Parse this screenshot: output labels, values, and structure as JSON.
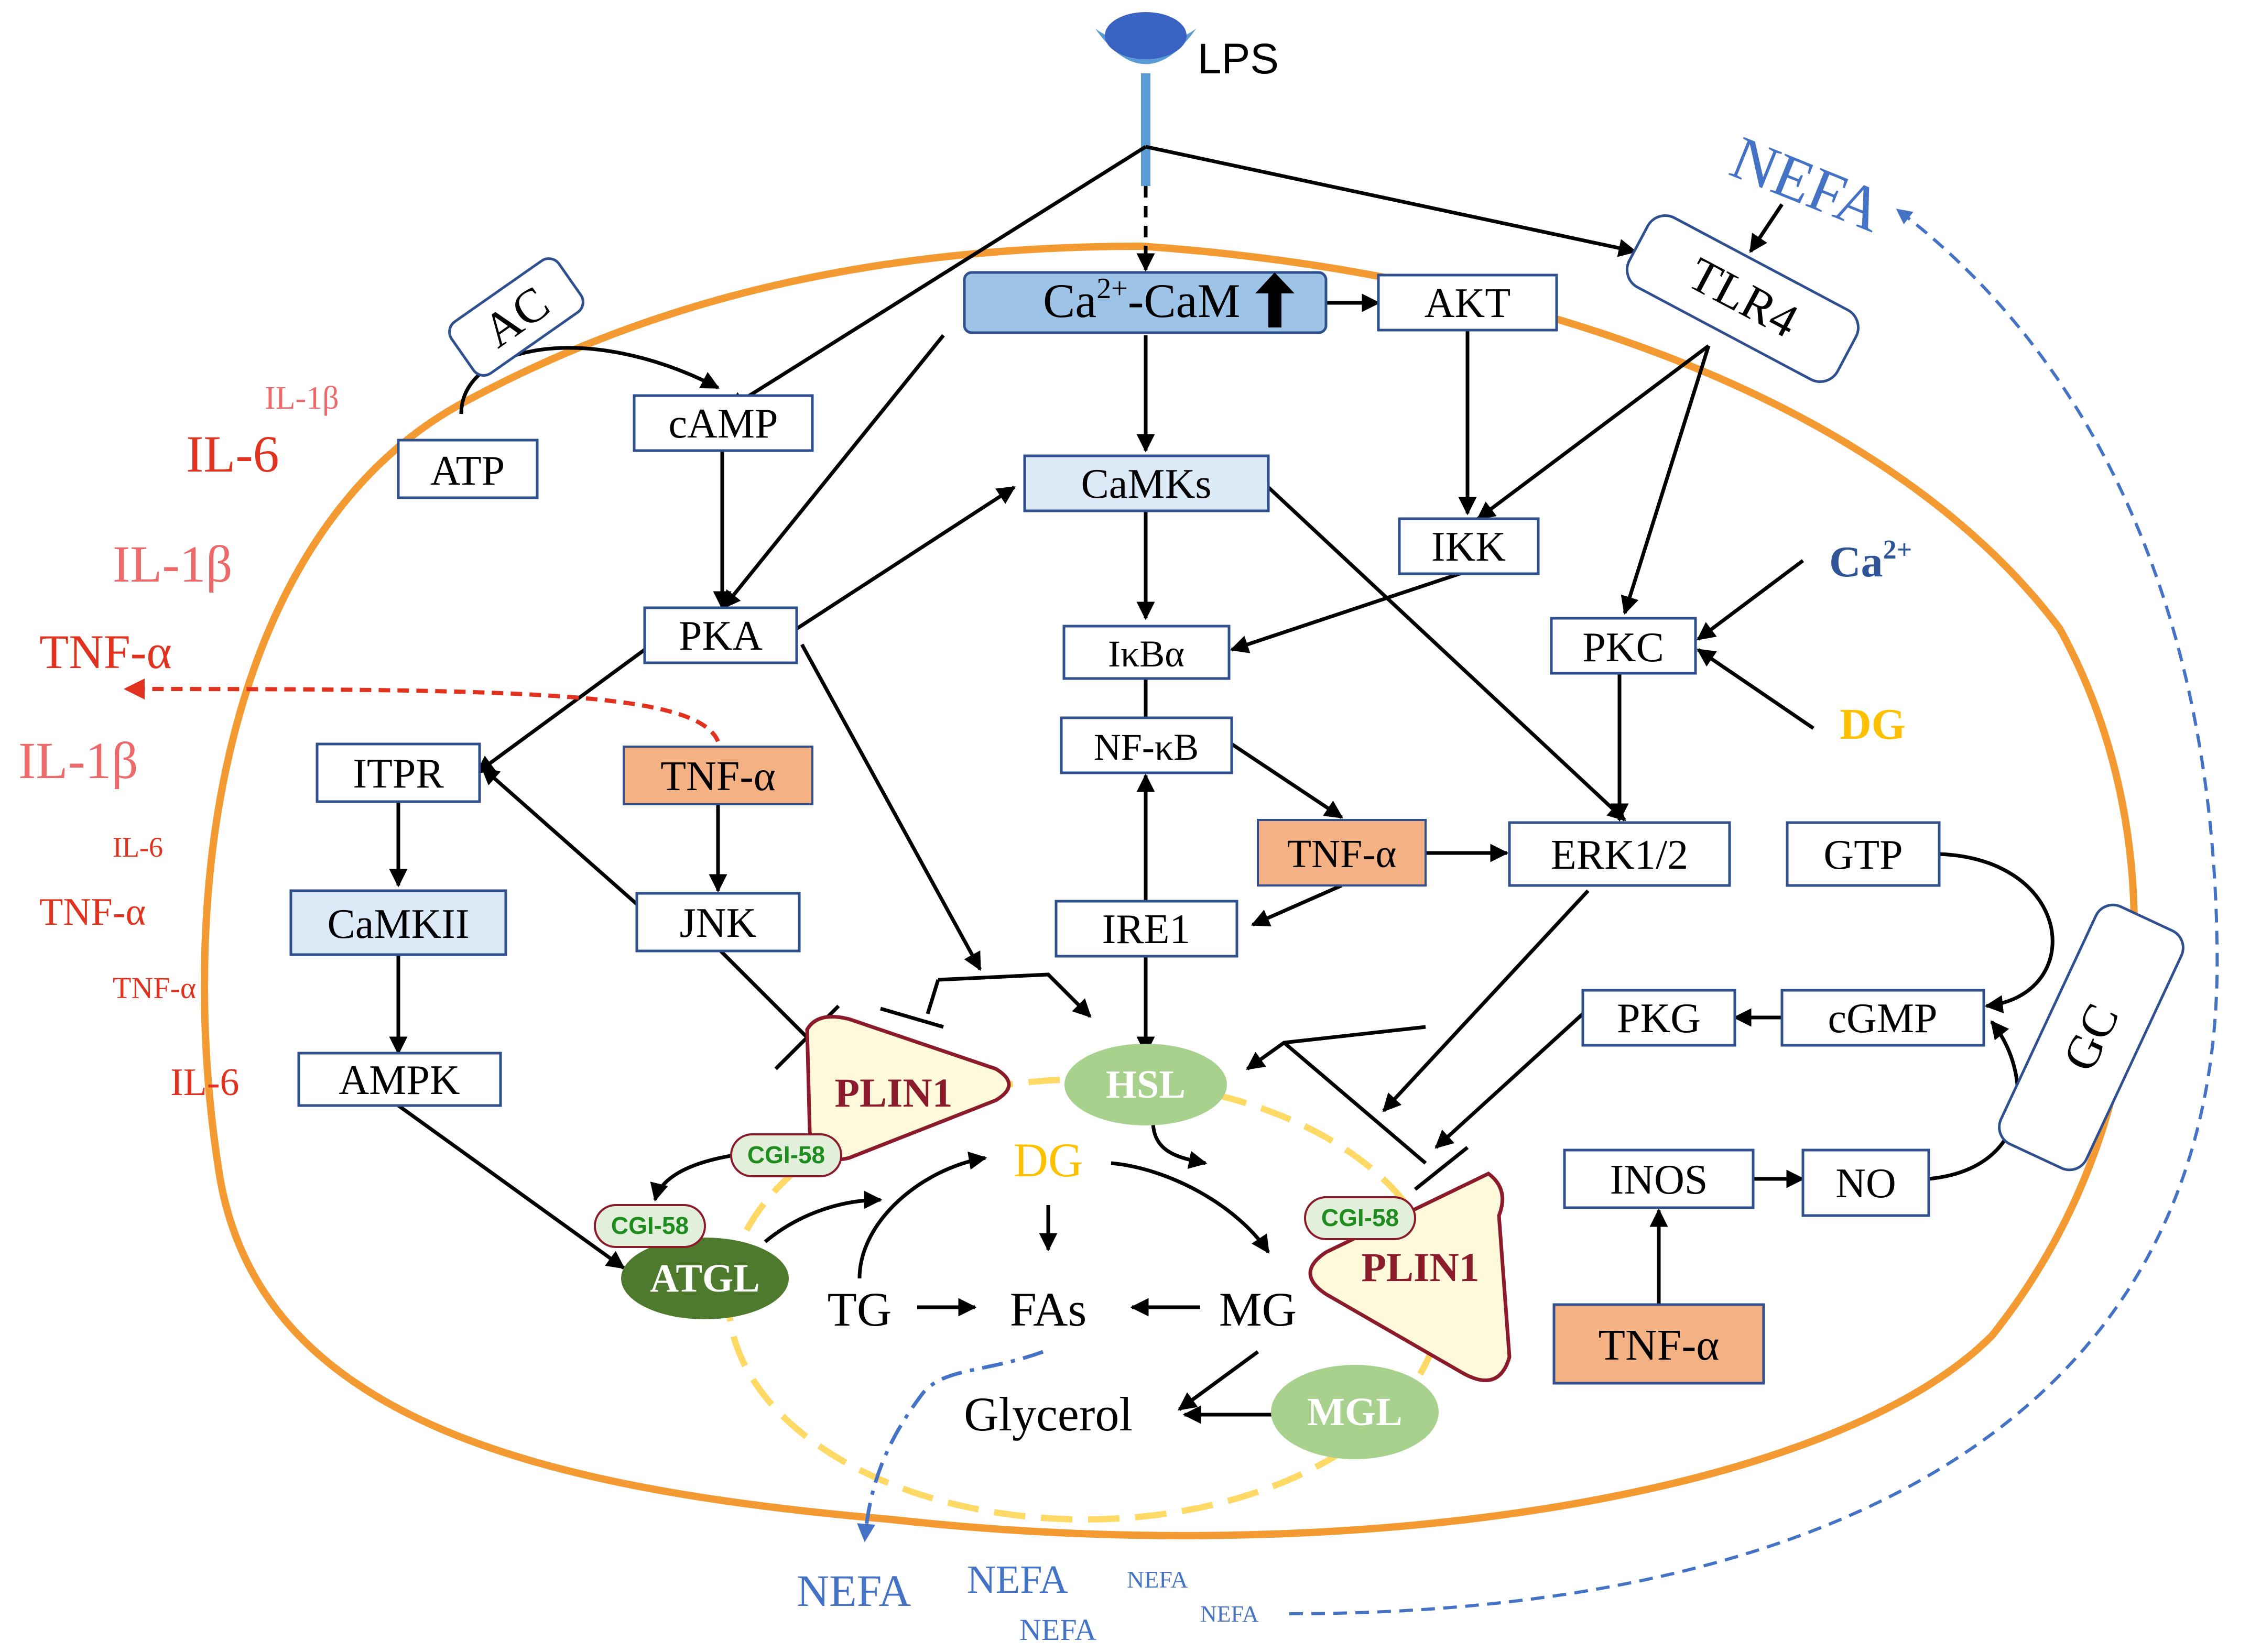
{
  "receptor": {
    "label": "LPS"
  },
  "nodes": {
    "ca_cam": {
      "label": "Ca",
      "sup": "2+",
      "label_rest": "-CaM"
    },
    "akt": {
      "label": "AKT"
    },
    "tlr4": {
      "label": "TLR4"
    },
    "ac": {
      "label": "AC"
    },
    "atp": {
      "label": "ATP"
    },
    "camp": {
      "label": "cAMP"
    },
    "pka": {
      "label": "PKA"
    },
    "camks": {
      "label": "CaMKs"
    },
    "ikk": {
      "label": "IKK"
    },
    "ikba": {
      "label": "IκBα"
    },
    "nfkb": {
      "label": "NF-κB"
    },
    "pkc": {
      "label": "PKC"
    },
    "itpr": {
      "label": "ITPR"
    },
    "tnfa_1": {
      "label": "TNF-α"
    },
    "camkii": {
      "label": "CaMKII"
    },
    "jnk": {
      "label": "JNK"
    },
    "tnfa_2": {
      "label": "TNF-α"
    },
    "erk": {
      "label": "ERK1/2"
    },
    "gtp": {
      "label": "GTP"
    },
    "ire1": {
      "label": "IRE1"
    },
    "ampk": {
      "label": "AMPK"
    },
    "gc": {
      "label": "GC"
    },
    "pkg": {
      "label": "PKG"
    },
    "cgmp": {
      "label": "cGMP"
    },
    "inos": {
      "label": "INOS"
    },
    "no": {
      "label": "NO"
    },
    "tnfa_3": {
      "label": "TNF-α"
    }
  },
  "lipid_droplet": {
    "plin1_left": {
      "label": "PLIN1"
    },
    "plin1_right": {
      "label": "PLIN1"
    },
    "hsl": {
      "label": "HSL"
    },
    "atgl": {
      "label": "ATGL"
    },
    "mgl": {
      "label": "MGL"
    },
    "cgi58_a": {
      "label": "CGI-58"
    },
    "cgi58_b": {
      "label": "CGI-58"
    },
    "cgi58_c": {
      "label": "CGI-58"
    },
    "dg": {
      "label": "DG"
    },
    "tg": {
      "label": "TG"
    },
    "fas": {
      "label": "FAs"
    },
    "mg": {
      "label": "MG"
    },
    "glycerol": {
      "label": "Glycerol"
    }
  },
  "side_inputs": {
    "ca2": {
      "label": "Ca",
      "sup": "2+"
    },
    "dg": {
      "label": "DG"
    }
  },
  "cytokines": [
    {
      "label": "IL-1β"
    },
    {
      "label": "IL-6"
    },
    {
      "label": "IL-1β"
    },
    {
      "label": "TNF-α"
    },
    {
      "label": "IL-1β"
    },
    {
      "label": "IL-6"
    },
    {
      "label": "TNF-α"
    },
    {
      "label": "TNF-α"
    },
    {
      "label": "IL-6"
    }
  ],
  "nefa": [
    {
      "label": "NEFA"
    },
    {
      "label": "NEFA"
    },
    {
      "label": "NEFA"
    },
    {
      "label": "NEFA"
    },
    {
      "label": "NEFA"
    },
    {
      "label": "NEFA"
    }
  ],
  "colors": {
    "cell_membrane": "#F39A33",
    "node_border": "#2F4F8F",
    "light_blue_fill": "#DCE9F6",
    "blue_fill": "#9DC3E6",
    "tnf_fill": "#F4B183",
    "cytokine_red": "#E0321E",
    "cytokine_pink": "#EE6A6A",
    "nefa_blue": "#4472C4",
    "dg_yellow": "#FFC000",
    "plin1_fill": "#FFF9DC",
    "plin1_stroke": "#8B1A2B",
    "atgl_fill": "#4E7A2E",
    "hsl_fill": "#A9D18E",
    "cgi58_green": "#1E8C1E"
  }
}
